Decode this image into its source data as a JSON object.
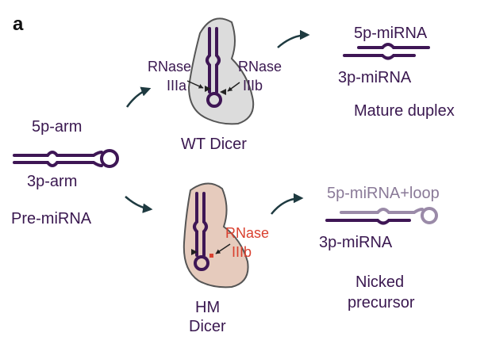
{
  "panel_label": "a",
  "precursor": {
    "arm5p": "5p-arm",
    "arm3p": "3p-arm",
    "name": "Pre-miRNA"
  },
  "wt": {
    "rnase_a_line1": "RNase",
    "rnase_a_line2": "IIIa",
    "rnase_b_line1": "RNase",
    "rnase_b_line2": "IIIb",
    "name": "WT Dicer"
  },
  "hm": {
    "rnase_b_line1": "RNase",
    "rnase_b_line2": "IIIb",
    "name_line1": "HM",
    "name_line2": "Dicer"
  },
  "mature": {
    "strand5p": "5p-miRNA",
    "strand3p": "3p-miRNA",
    "name": "Mature duplex"
  },
  "nicked": {
    "strand5p": "5p-miRNA+loop",
    "strand3p": "3p-miRNA",
    "name_line1": "Nicked",
    "name_line2": "precursor"
  },
  "colors": {
    "rna": "#3e1655",
    "rna_faded": "#9a8aa8",
    "wt_dicer_fill": "#dcdcdc",
    "hm_dicer_fill": "#e6cbbd",
    "dicer_stroke": "#555555",
    "inactive_site": "#d9402f",
    "arrow": "#1e3a40"
  }
}
